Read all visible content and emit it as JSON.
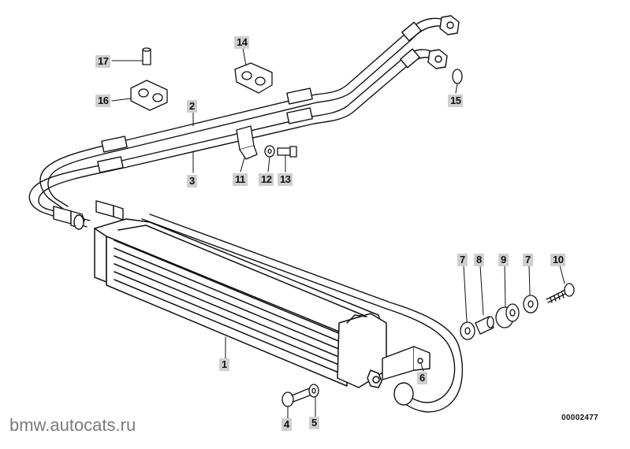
{
  "diagram": {
    "parts": [
      {
        "key": "p1",
        "number": "1"
      },
      {
        "key": "p2",
        "number": "2"
      },
      {
        "key": "p3",
        "number": "3"
      },
      {
        "key": "p4",
        "number": "4"
      },
      {
        "key": "p5",
        "number": "5"
      },
      {
        "key": "p6",
        "number": "6"
      },
      {
        "key": "p7a",
        "number": "7"
      },
      {
        "key": "p7b",
        "number": "7"
      },
      {
        "key": "p8",
        "number": "8"
      },
      {
        "key": "p9",
        "number": "9"
      },
      {
        "key": "p10",
        "number": "10"
      },
      {
        "key": "p11",
        "number": "11"
      },
      {
        "key": "p12",
        "number": "12"
      },
      {
        "key": "p13",
        "number": "13"
      },
      {
        "key": "p14",
        "number": "14"
      },
      {
        "key": "p15",
        "number": "15"
      },
      {
        "key": "p16",
        "number": "16"
      },
      {
        "key": "p17",
        "number": "17"
      }
    ],
    "watermark_site": "bmw.",
    "watermark_domain": "autocats.ru",
    "drawing_code": "00002477"
  },
  "colors": {
    "line": "#111111",
    "label_bg": "#cfcfcf",
    "watermark": "#7a7a7a"
  }
}
